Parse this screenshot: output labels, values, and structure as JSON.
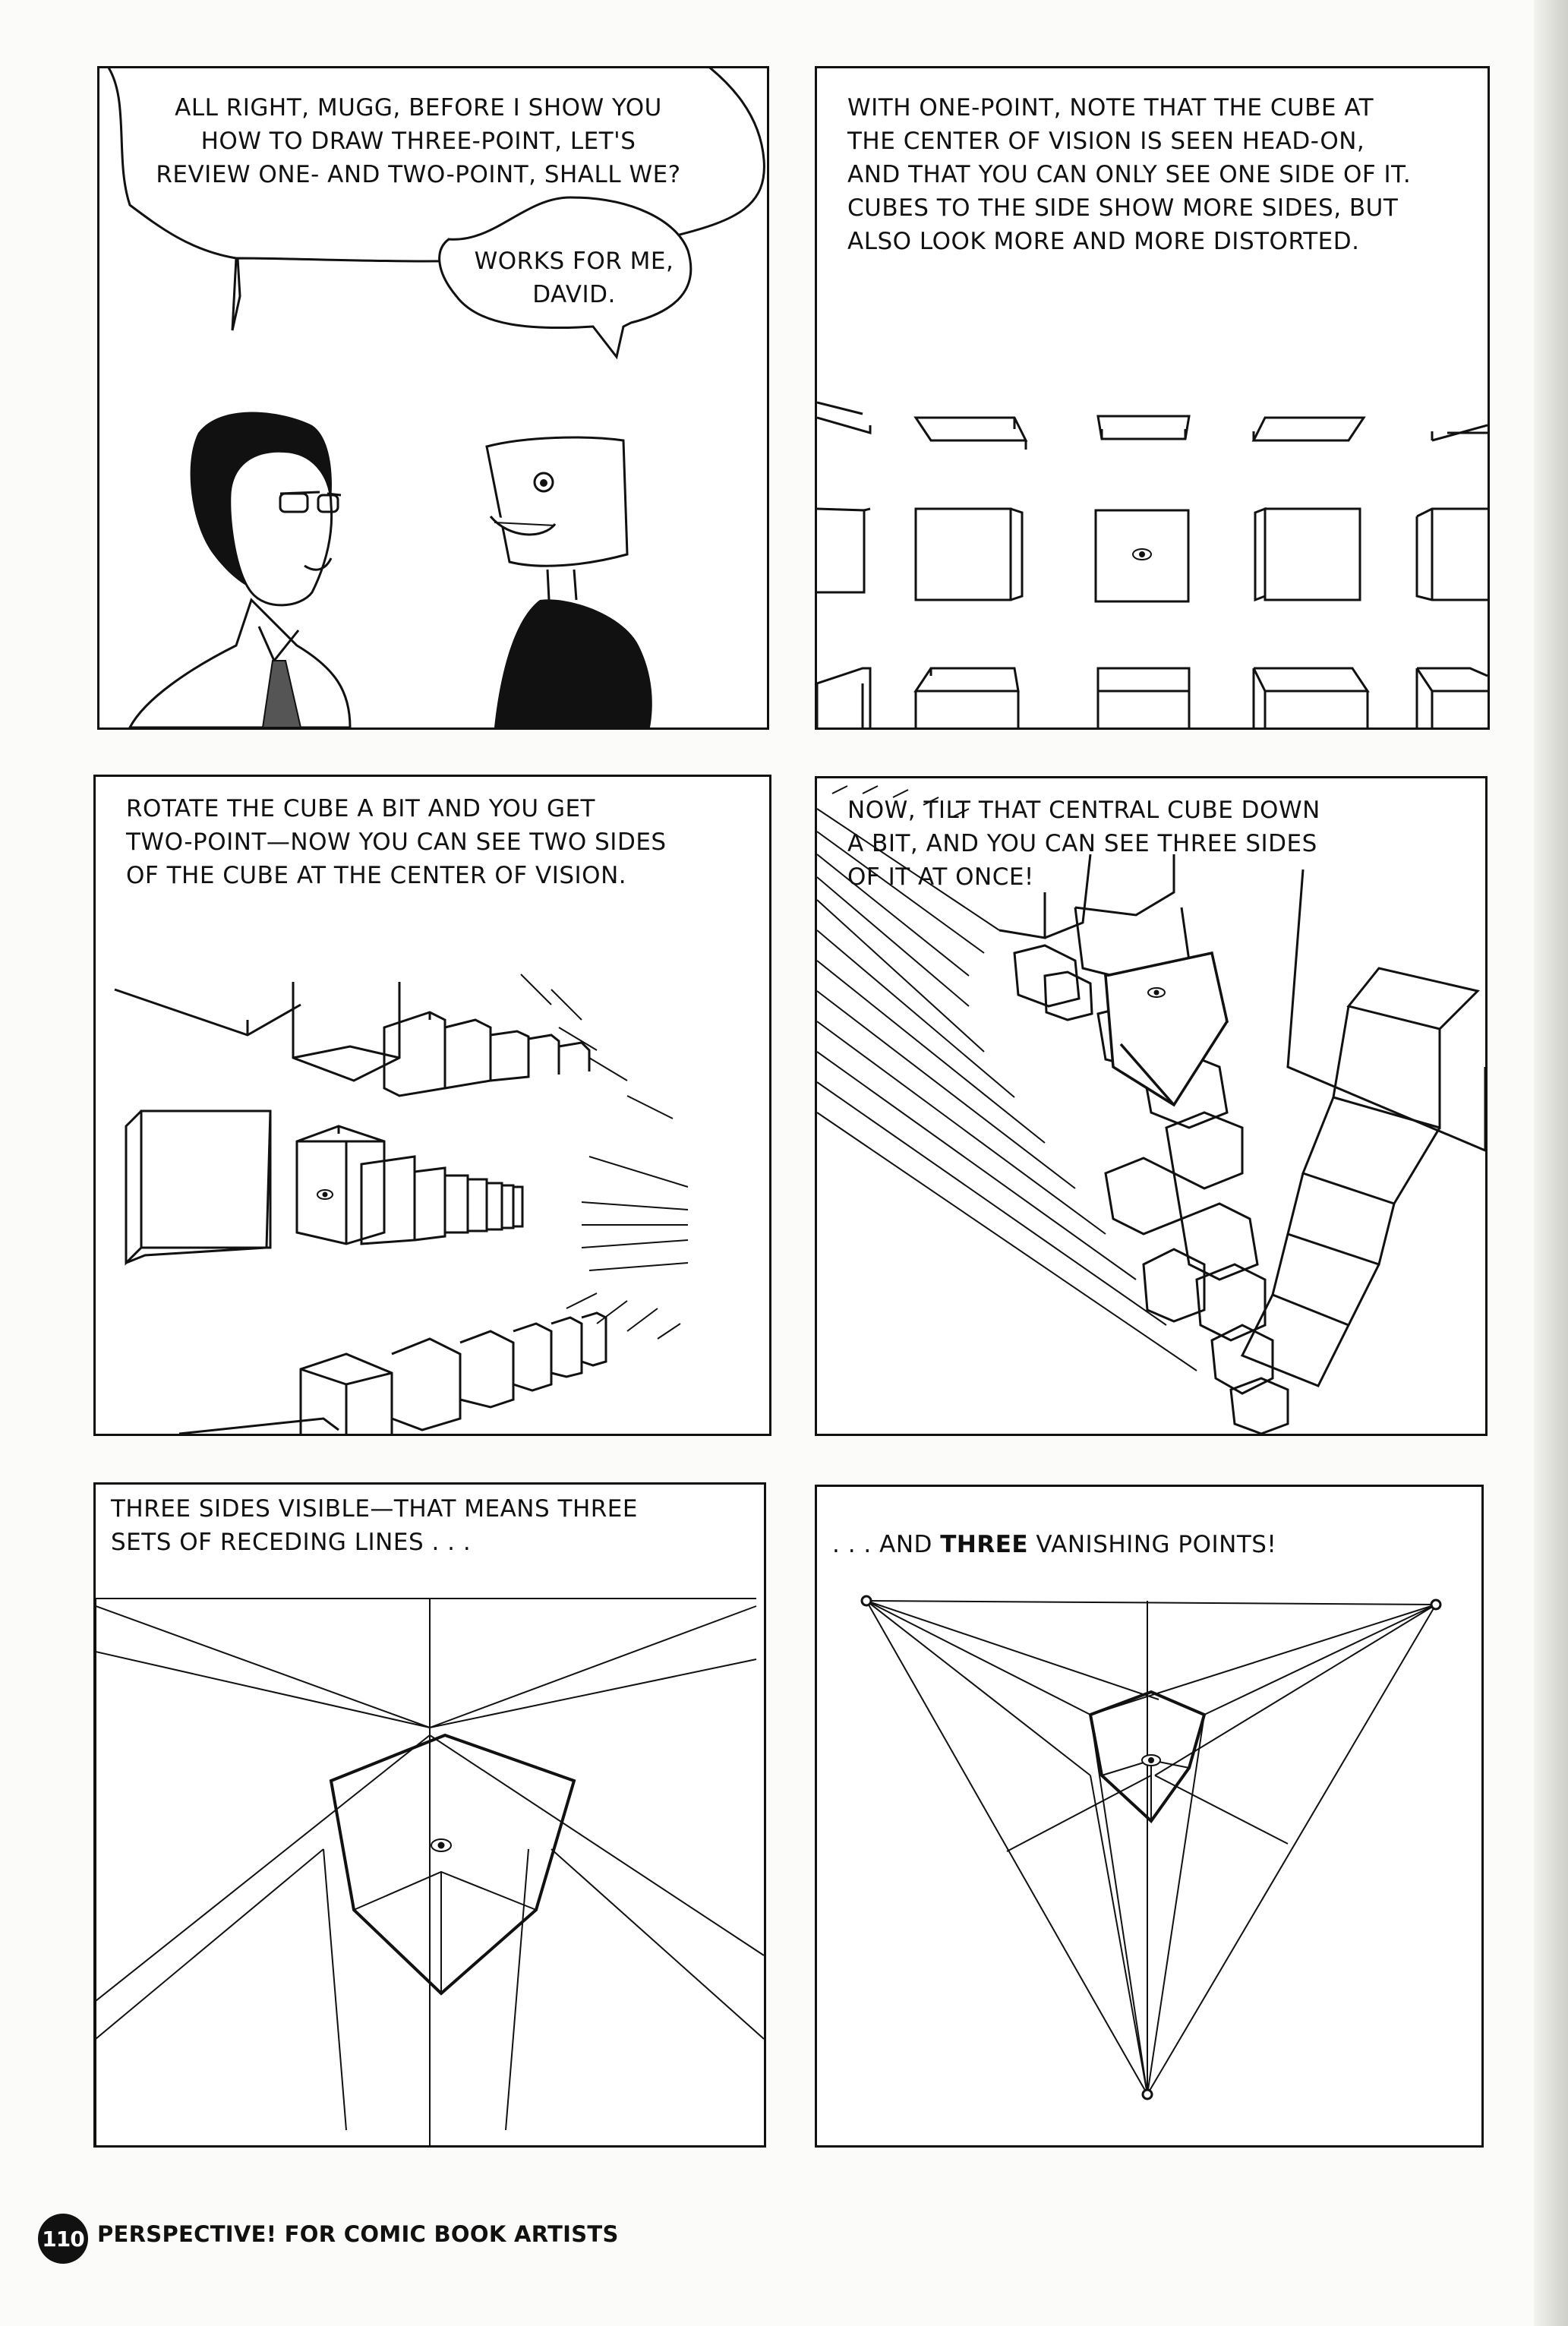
{
  "panels": {
    "p1": {
      "balloon_david": "ALL RIGHT, MUGG, BEFORE I SHOW YOU\nHOW TO DRAW THREE-POINT, LET'S\nREVIEW ONE- AND TWO-POINT, SHALL WE?",
      "balloon_mugg": "WORKS FOR ME,\nDAVID."
    },
    "p2": {
      "caption": "WITH ONE-POINT, NOTE THAT THE CUBE AT\nTHE CENTER OF VISION IS SEEN HEAD-ON,\nAND THAT YOU CAN ONLY SEE ONE SIDE OF IT.\nCUBES TO THE SIDE SHOW MORE SIDES, BUT\nALSO LOOK MORE AND MORE DISTORTED."
    },
    "p3": {
      "caption": "ROTATE THE CUBE A BIT AND YOU GET\nTWO-POINT—NOW YOU CAN SEE TWO SIDES\nOF THE CUBE AT THE CENTER OF VISION."
    },
    "p4": {
      "caption": "NOW, TILT THAT CENTRAL CUBE DOWN\nA BIT, AND YOU CAN SEE THREE SIDES\nOF IT AT ONCE!"
    },
    "p5": {
      "caption": "THREE SIDES VISIBLE—THAT MEANS THREE\nSETS OF RECEDING LINES . . ."
    },
    "p6": {
      "caption_pre": ". . . AND ",
      "caption_bold": "THREE",
      "caption_post": " VANISHING POINTS!"
    }
  },
  "footer": {
    "page_number": "110",
    "book_title": "PERSPECTIVE! FOR COMIC BOOK ARTISTS"
  }
}
